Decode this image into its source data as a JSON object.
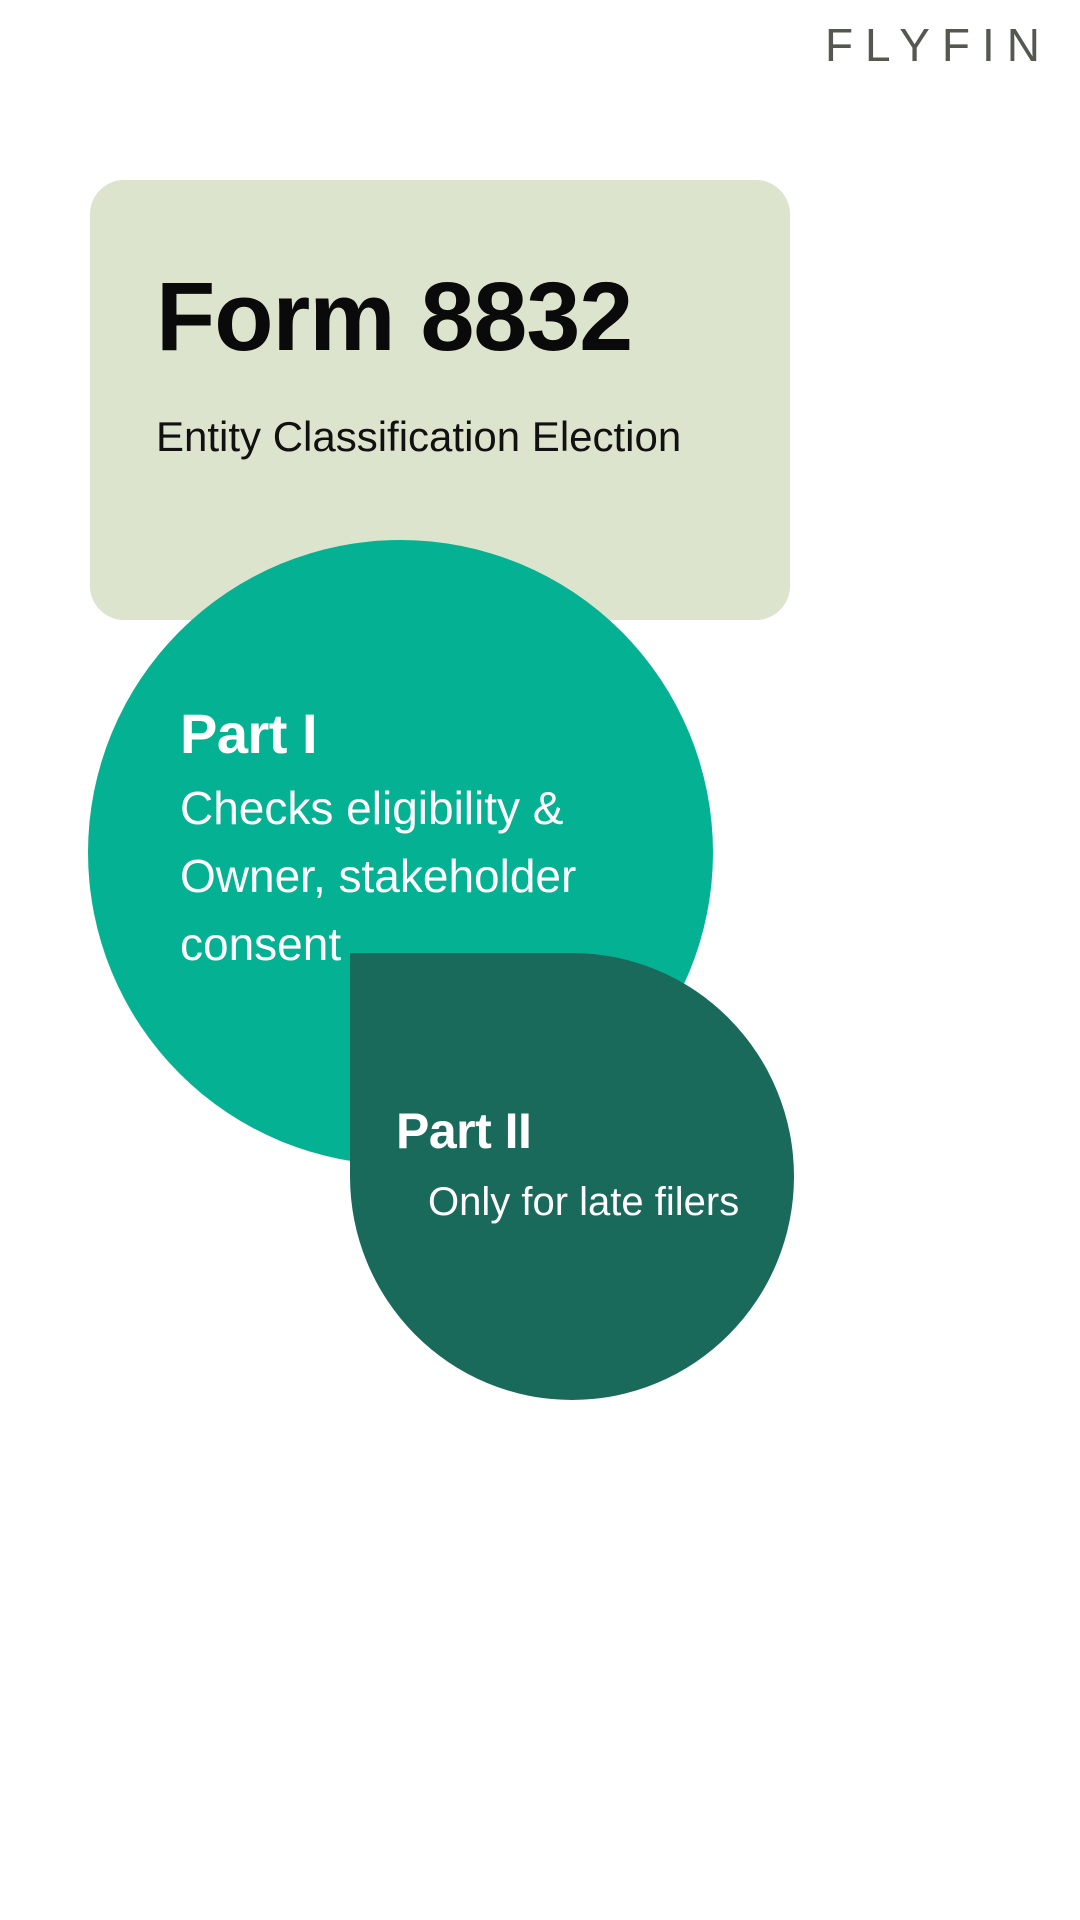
{
  "brand": {
    "name": "FLYFIN",
    "color": "#545850"
  },
  "title_card": {
    "heading": "Form 8832",
    "subtitle": "Entity Classification Election",
    "background_color": "#DDE4CD",
    "heading_color": "#0A0A0A"
  },
  "sections": [
    {
      "label": "Part I",
      "description": "Checks eligibility & Owner, stakeholder consent",
      "shape": "circle",
      "background_color": "#04B193",
      "text_color": "#FFFFFF"
    },
    {
      "label": "Part II",
      "description": "Only for late filers",
      "shape": "teardrop",
      "background_color": "#1A6A5C",
      "text_color": "#FFFFFF"
    }
  ],
  "page": {
    "background_color": "#FFFFFF"
  }
}
